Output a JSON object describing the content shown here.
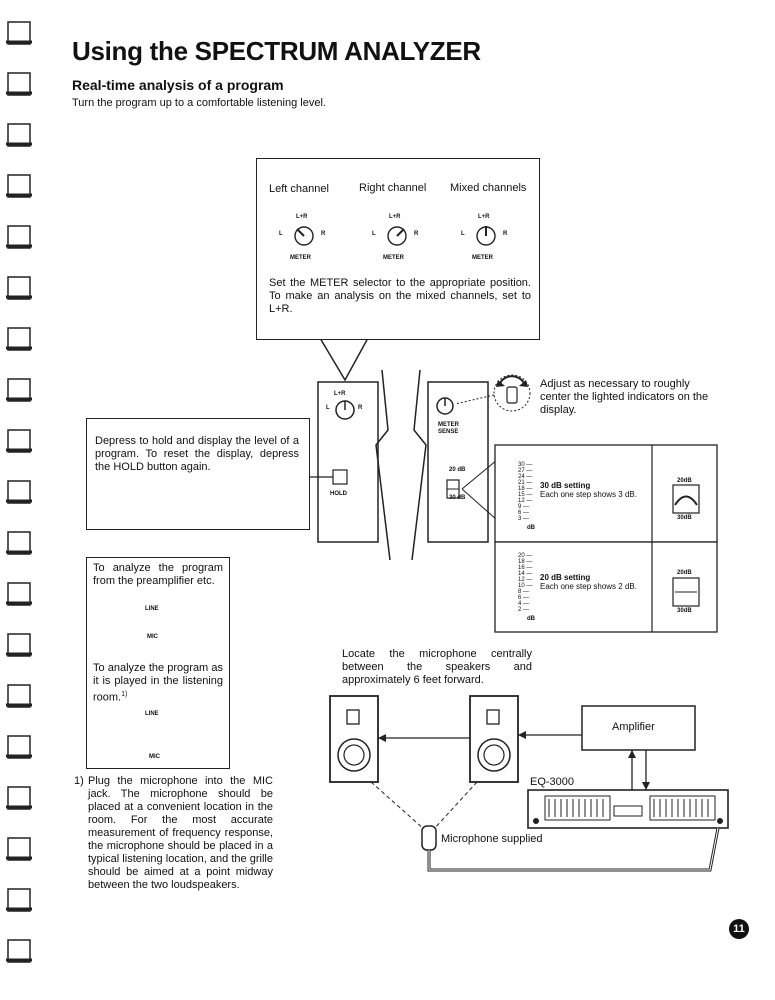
{
  "header": {
    "title": "Using the SPECTRUM ANALYZER",
    "subtitle": "Real-time analysis of a program",
    "intro": "Turn the program up to a comfortable listening level."
  },
  "meter_box": {
    "headings": [
      "Left channel",
      "Right channel",
      "Mixed channels"
    ],
    "knob_top": "L+R",
    "knob_left": "L",
    "knob_right": "R",
    "knob_bottom": "METER",
    "instruction": "Set the METER selector to the appropriate position. To make an analysis on the mixed channels, set to L+R."
  },
  "panel": {
    "lr_label": "L+R",
    "l_label": "L",
    "r_label": "R",
    "hold_label": "HOLD",
    "meter_sense": "METER SENSE",
    "db20": "20 dB",
    "db30": "30 dB"
  },
  "adjust_note": "Adjust as necessary to roughly center the lighted indicators on the display.",
  "hold_note": "Depress to hold and display the level of a program. To reset the display, depress the HOLD button again.",
  "scale_30": {
    "ticks": [
      "30",
      "27",
      "24",
      "21",
      "18",
      "15",
      "12",
      "9",
      "6",
      "3"
    ],
    "unit": "dB",
    "title": "30 dB setting",
    "desc": "Each one step shows 3 dB.",
    "btn_top": "20dB",
    "btn_bottom": "30dB"
  },
  "scale_20": {
    "ticks": [
      "20",
      "18",
      "16",
      "14",
      "12",
      "10",
      "8",
      "6",
      "4",
      "2"
    ],
    "unit": "dB",
    "title": "20 dB setting",
    "desc": "Each one step shows 2 dB.",
    "btn_top": "20dB",
    "btn_bottom": "30dB"
  },
  "input_box": {
    "preamp_text": "To analyze the program from the preamplifier etc.",
    "room_text": "To analyze the program as it is played in the listening room.",
    "room_footnote_mark": "1)",
    "line_label": "LINE",
    "mic_label": "MIC"
  },
  "footnote": {
    "marker": "1)",
    "text": "Plug the microphone into the MIC jack. The microphone should be placed at a convenient location in the room. For the most accurate measurement of frequency response, the microphone should be placed in a typical listening location, and the grille should be aimed at a point midway between the two loudspeakers."
  },
  "setup": {
    "locate_text": "Locate the microphone centrally between the speakers and approximately 6 feet forward.",
    "amplifier": "Amplifier",
    "eq_label": "EQ-3000",
    "mic_label": "Microphone supplied"
  },
  "page_number": "11"
}
